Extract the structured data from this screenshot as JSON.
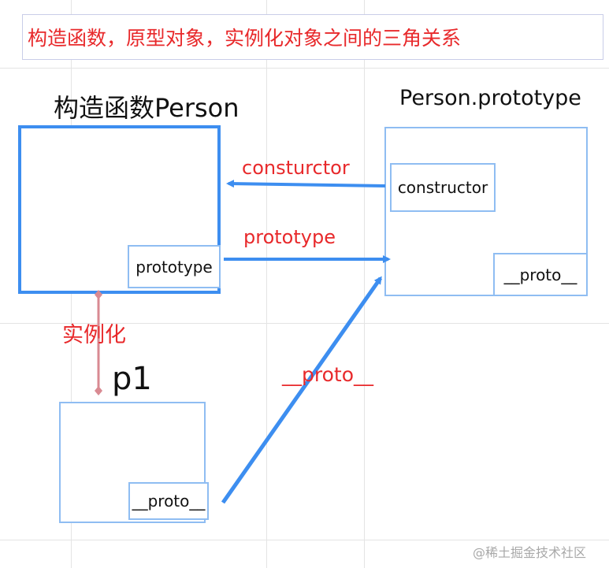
{
  "title": "构造函数，原型对象，实例化对象之间的三角关系",
  "constructor_box": {
    "label": "构造函数Person",
    "inner": "prototype"
  },
  "prototype_box": {
    "label": "Person.prototype",
    "inner_constructor": "constructor",
    "inner_proto": "__proto__"
  },
  "instance_box": {
    "label": "p1",
    "inner": "__proto__"
  },
  "arrows": {
    "to_constructor": "consturctor",
    "to_prototype": "prototype",
    "instantiate": "实例化",
    "proto_link": "__proto__"
  },
  "watermark": "@稀土掘金技术社区",
  "colors": {
    "accent_red": "#e8292b",
    "blue_strong": "#3d8ef0",
    "blue_light": "#8fbdf2",
    "pink": "#d98a92"
  }
}
